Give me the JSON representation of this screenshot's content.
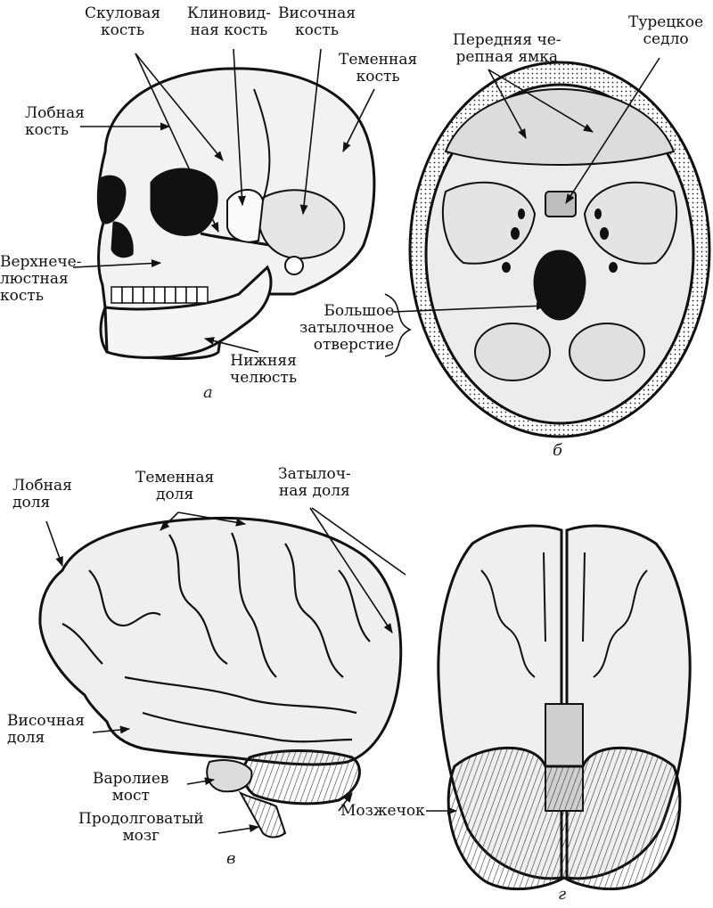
{
  "panels": {
    "a": {
      "caption": "а",
      "labels": {
        "zygomatic": "Скуловая\nкость",
        "sphenoid": "Клиновид-\nная кость",
        "temporal": "Височная\nкость",
        "parietal": "Теменная\nкость",
        "frontal": "Лобная\nкость",
        "maxilla": "Верхнече-\nлюстная\nкость",
        "mandible": "Нижняя\nчелюсть"
      }
    },
    "b": {
      "caption": "б",
      "labels": {
        "anterior_fossa": "Передняя че-\nрепная ямка",
        "sella": "Турецкое\nседло",
        "foramen_magnum": "Большое\nзатылочное\nотверстие"
      }
    },
    "v": {
      "caption": "в",
      "labels": {
        "frontal_lobe": "Лобная\nдоля",
        "parietal_lobe": "Теменная\nдоля",
        "occipital_lobe": "Затылоч-\nная доля",
        "temporal_lobe": "Височная\nдоля",
        "pons": "Варолиев\nмост",
        "medulla": "Продолговатый\nмозг",
        "cerebellum": "Мозжечок"
      }
    },
    "g": {
      "caption": "г"
    }
  }
}
